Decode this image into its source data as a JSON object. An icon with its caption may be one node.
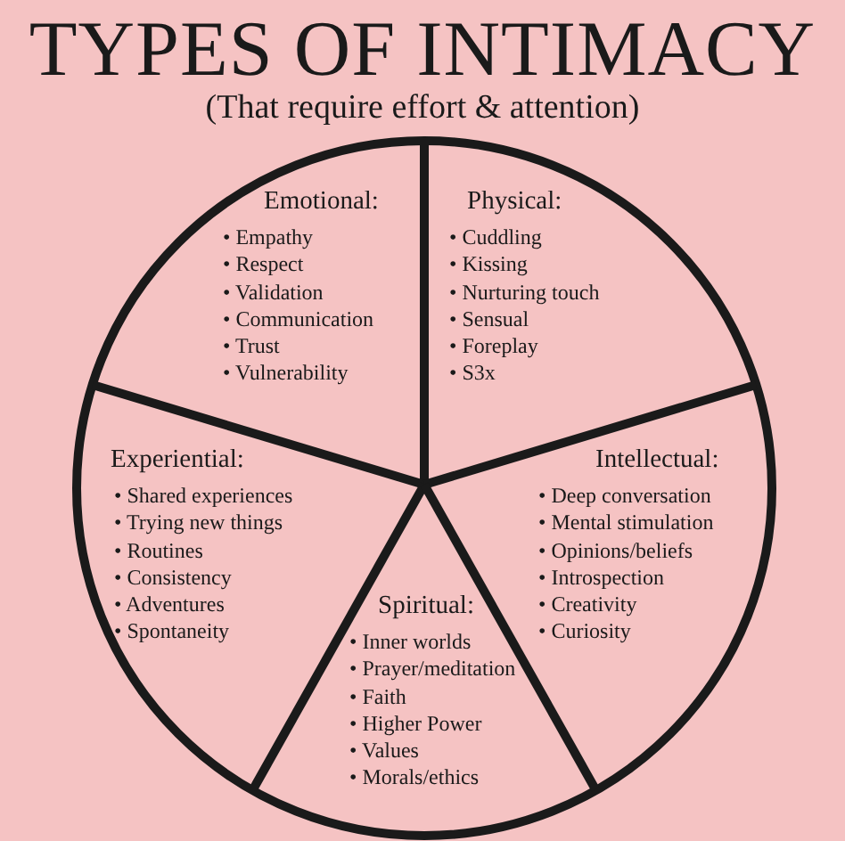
{
  "diagram": {
    "title": "TYPES OF INTIMACY",
    "caption": "(That require effort & attention)",
    "nodes": [
      {
        "text": [
          "Emotional:",
          "• Empathy",
          "• Respect",
          "• Validation",
          "• Communication",
          "• Trust",
          "• Vulnerability"
        ]
      },
      {
        "text": [
          "Physical:",
          "• Cuddling",
          "• Kissing",
          "• Nurturing touch",
          "• Sensual",
          "• Foreplay",
          "• S3x"
        ]
      },
      {
        "text": [
          "Experiential:",
          "• Shared experiences",
          "• Trying new things",
          "• Routines",
          "• Consistency",
          "• Adventures",
          "• Spontaneity"
        ]
      },
      {
        "text": [
          "Intellectual:",
          "• Deep conversation",
          "• Mental stimulation",
          "• Opinions/beliefs",
          "• Introspection",
          "• Creativity",
          "• Curiosity"
        ]
      },
      {
        "text": [
          "Spiritual:",
          "• Inner worlds",
          "• Prayer/meditation",
          "• Faith",
          "• Higher Power",
          "• Values",
          "• Morals/ethics"
        ]
      }
    ]
  }
}
